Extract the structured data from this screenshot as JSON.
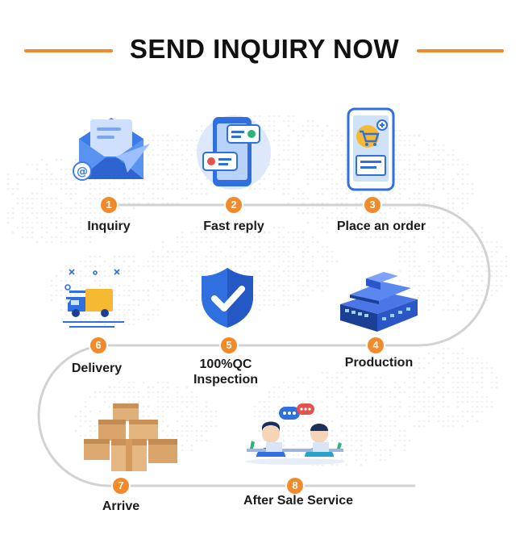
{
  "title": "SEND INQUIRY NOW",
  "steps": [
    {
      "num": "1",
      "label": "Inquiry",
      "icon": "email-envelope-icon"
    },
    {
      "num": "2",
      "label": "Fast reply",
      "icon": "chat-phone-icon"
    },
    {
      "num": "3",
      "label": "Place an order",
      "icon": "shopping-cart-phone-icon"
    },
    {
      "num": "4",
      "label": "Production",
      "icon": "factory-building-icon"
    },
    {
      "num": "5",
      "label": "100%QC\nInspection",
      "icon": "shield-check-icon"
    },
    {
      "num": "6",
      "label": "Delivery",
      "icon": "delivery-truck-icon"
    },
    {
      "num": "7",
      "label": "Arrive",
      "icon": "cardboard-boxes-icon"
    },
    {
      "num": "8",
      "label": "After Sale Service",
      "icon": "customer-service-agents-icon"
    }
  ],
  "colors": {
    "accent": "#f08a2a",
    "path": "#d2d2d2",
    "blue": "#2f6fe0",
    "dark_blue": "#1e3f8c",
    "box": "#d9a56a"
  }
}
